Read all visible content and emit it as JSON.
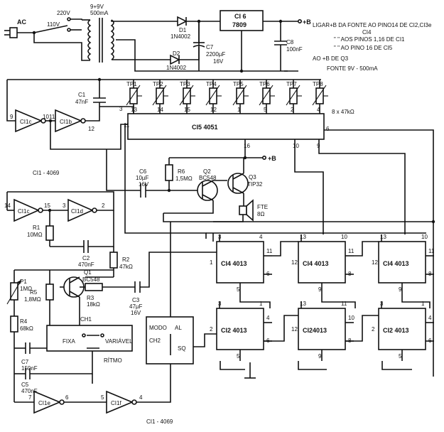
{
  "notes": {
    "line1": "LIGAR+B DA FONTE AO PINO14 DE CI2,CI3e",
    "line2": "CI4",
    "line3": "\"  \"  AOS PINOS 1,16 DE CI1",
    "line4": "\"  \"  AO PINO 16 DE CI5",
    "line5": "AO +B DE Q3",
    "line6": "FONTE 9V - 500mA"
  },
  "power": {
    "ac": "AC",
    "v220": "220V",
    "v110": "110V",
    "transformer": "9+9V",
    "transformer_current": "500mA",
    "d1": "D1",
    "d1_part": "1N4002",
    "d2": "D2",
    "d2_part": "1N4002",
    "c7": "C7",
    "c7_value": "2200µF",
    "c7_voltage": "16V",
    "ci6": "CI 6",
    "ci6_part": "7809",
    "c8": "C8",
    "c8_value": "100nF",
    "plus_b": "+B"
  },
  "trimmers": {
    "labels": [
      "TP1",
      "TP2",
      "TP3",
      "TP4",
      "TP5",
      "TP6",
      "TP7",
      "TP8"
    ],
    "pins": [
      "13",
      "14",
      "15",
      "12",
      "1",
      "5",
      "2",
      "4"
    ],
    "array_note": "8 x 47kΩ"
  },
  "ci5": {
    "name": "CI5 4051",
    "pin3": "3",
    "pin11": "11",
    "pin16": "16",
    "pin10": "10",
    "pin9": "9",
    "pin6": "6"
  },
  "ci1_top": {
    "c1": "C1",
    "c1_value": "47nF",
    "gate_c": "CI1c",
    "gate_b": "CI1b",
    "pin9": "9",
    "pin10": "10",
    "pin11": "11",
    "pin12": "12",
    "label": "CI1 - 4069"
  },
  "transistors": {
    "c6": "C6",
    "c6_value": "10µF",
    "c6_voltage": "16V",
    "r6": "R6",
    "r6_value": "1,5MΩ",
    "q2": "Q2",
    "q2_part": "BC548",
    "q3": "Q3",
    "q3_part": "TIP32",
    "speaker": "FTE",
    "speaker_value": "8Ω",
    "plus_b": "+B"
  },
  "oscillator": {
    "pin14": "14",
    "gate_c": "CI1c",
    "pin15": "15",
    "pin3": "3",
    "gate_d": "CI1d",
    "pin2": "2",
    "r1": "R1",
    "r1_value": "10MΩ",
    "c2": "C2",
    "c2_value": "470nF",
    "r2": "R2",
    "r2_value": "47kΩ",
    "q1": "Q1",
    "q1_part": "BC548",
    "p1": "P1",
    "p1_value": "1MΩ",
    "r5": "R5",
    "r5_value": "1,8MΩ",
    "r3": "R3",
    "r3_value": "18kΩ",
    "c3": "C3",
    "c3_value": "47µF",
    "c3_voltage": "16V",
    "r4": "R4",
    "r4_value": "68kΩ",
    "ch1": "CH1",
    "fixa": "FIXA",
    "variavel": "VARIÁVEL",
    "ritmo": "RÍTMO",
    "c7": "C7",
    "c7_value": "150nF",
    "c5": "C5",
    "c5_value": "470nF",
    "pin7": "7",
    "gate_e": "CI1e",
    "pin6": "6",
    "pin5": "5",
    "gate_f": "CI1f",
    "pin4": "4",
    "label": "CI1 - 4069"
  },
  "mode": {
    "modo": "MODO",
    "al": "AL",
    "ch2": "CH2",
    "sq": "SQ"
  },
  "flipflops": {
    "top": [
      {
        "name": "CI4 4013",
        "pins": [
          "3",
          "4",
          "1",
          "11",
          "5",
          "6"
        ]
      },
      {
        "name": "CI4 4013",
        "pins": [
          "13",
          "10",
          "12",
          "11",
          "9",
          "8"
        ]
      },
      {
        "name": "CI4 4013",
        "pins": [
          "13",
          "10",
          "12",
          "11",
          "9",
          "8"
        ]
      }
    ],
    "bottom": [
      {
        "name": "CI2 4013",
        "pins": [
          "3",
          "1",
          "2",
          "4",
          "5",
          "6"
        ]
      },
      {
        "name": "CI24013",
        "pins": [
          "13",
          "11",
          "12",
          "10",
          "9",
          "8"
        ]
      },
      {
        "name": "CI2 4013",
        "pins": [
          "3",
          "1",
          "2",
          "4",
          "5",
          "6"
        ]
      }
    ]
  },
  "colors": {
    "ink": "#111111",
    "paper": "#ffffff"
  }
}
